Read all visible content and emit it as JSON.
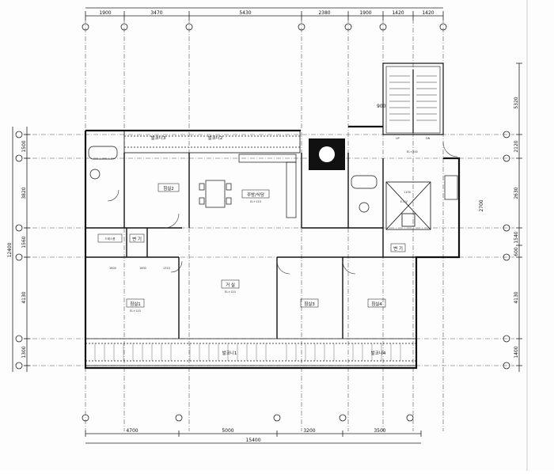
{
  "dimensions": {
    "top": [
      "1900",
      "3470",
      "5430",
      "2380",
      "1900",
      "1420",
      "1420"
    ],
    "bottom": [
      "4700",
      "5000",
      "3200",
      "3500"
    ],
    "bottom_total": "15400",
    "left": [
      "1500",
      "3820",
      "1560",
      "4130",
      "1300"
    ],
    "left_total": "12400",
    "right": [
      "5320",
      "2120",
      "2630",
      "1540",
      "600",
      "4130",
      "1400"
    ],
    "stair": "900",
    "inner": [
      "1600",
      "1600",
      "1310"
    ],
    "inner_vertical": "2700"
  },
  "rooms": {
    "bedroom1": "침실1",
    "bedroom2": "침실2",
    "bedroom3": "침실3",
    "bedroom4": "침실4",
    "living": "거 실",
    "dining": "주방/식당",
    "balcony1": "발코니1",
    "balcony2": "발코니2",
    "balcony3": "발코니3",
    "balcony4": "발코니4",
    "bath1": "변 기",
    "bath2": "변 기",
    "dressroom": "드레스룸",
    "elevator": "1100",
    "elevator_note": "E.L.V."
  },
  "levels": {
    "bedroom": "EL+110",
    "living": "EL+110",
    "dining": "EL+110",
    "stair": "EL+200"
  },
  "stair_labels": {
    "up": "UP",
    "down": "DN"
  }
}
